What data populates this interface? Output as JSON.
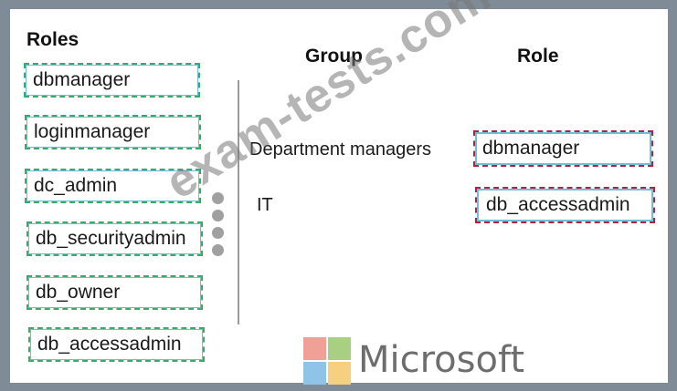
{
  "roles_heading": "Roles",
  "group_heading": "Group",
  "role_heading": "Role",
  "source_roles": [
    "dbmanager",
    "loginmanager",
    "dc_admin",
    "db_securityadmin",
    "db_owner",
    "db_accessadmin"
  ],
  "groups": [
    {
      "name": "Department managers",
      "role": "dbmanager"
    },
    {
      "name": "IT",
      "role": "db_accessadmin"
    }
  ],
  "watermark": "exam-tests.com",
  "brand": {
    "name": "Microsoft",
    "colors": [
      "#f25022",
      "#7fba00",
      "#00a4ef",
      "#ffb900"
    ]
  }
}
